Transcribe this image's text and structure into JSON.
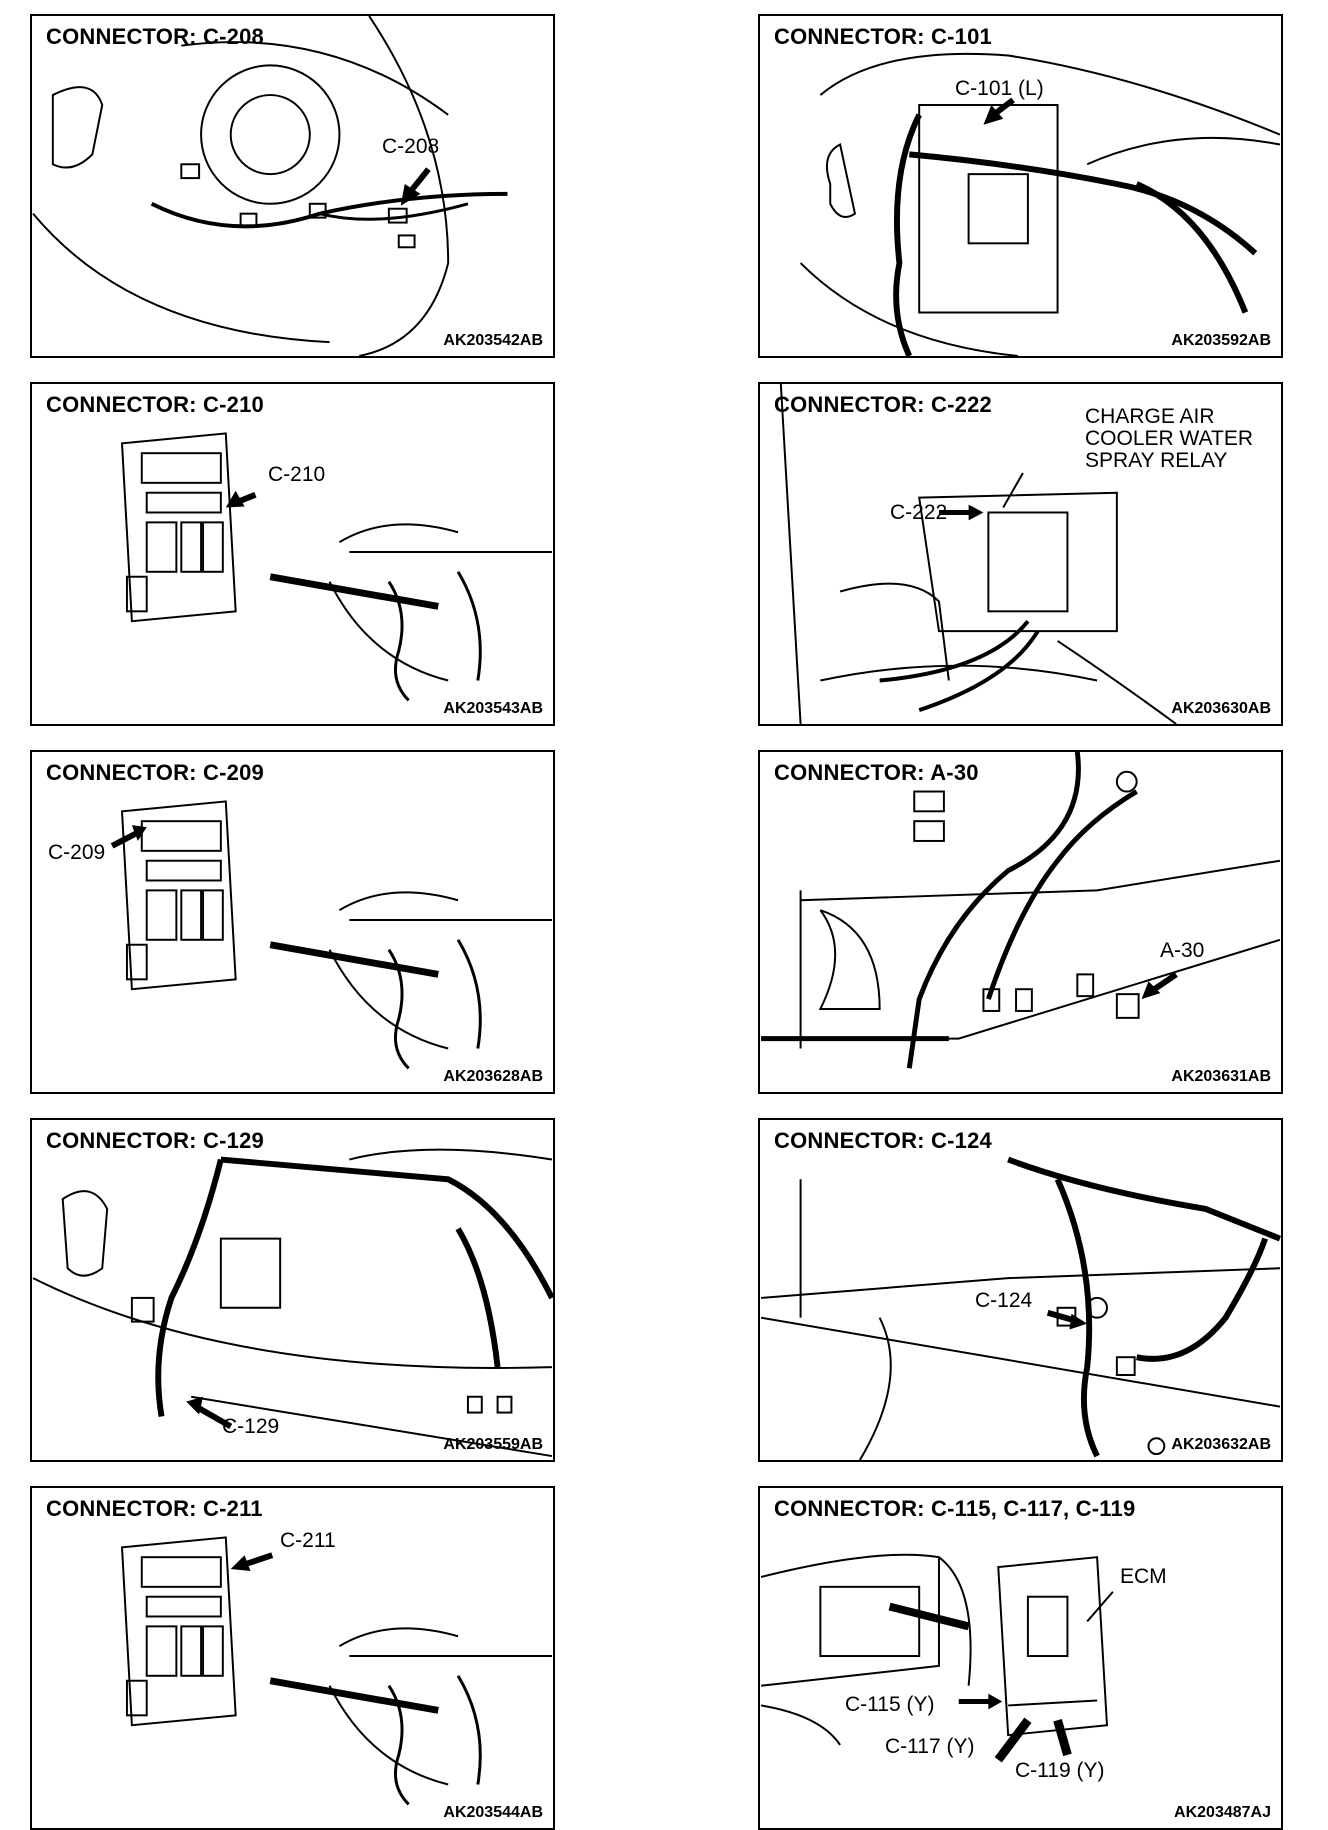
{
  "panels": [
    {
      "title": "CONNECTOR: C-208",
      "code": "AK203542AB",
      "labels": [
        "C-208"
      ]
    },
    {
      "title": "CONNECTOR: C-101",
      "code": "AK203592AB",
      "labels": [
        "C-101 (L)"
      ]
    },
    {
      "title": "CONNECTOR: C-210",
      "code": "AK203543AB",
      "labels": [
        "C-210"
      ]
    },
    {
      "title": "CONNECTOR: C-222",
      "code": "AK203630AB",
      "labels": [
        "C-222",
        "CHARGE AIR\nCOOLER WATER\nSPRAY RELAY"
      ]
    },
    {
      "title": "CONNECTOR: C-209",
      "code": "AK203628AB",
      "labels": [
        "C-209"
      ]
    },
    {
      "title": "CONNECTOR: A-30",
      "code": "AK203631AB",
      "labels": [
        "A-30"
      ]
    },
    {
      "title": "CONNECTOR: C-129",
      "code": "AK203559AB",
      "labels": [
        "C-129"
      ]
    },
    {
      "title": "CONNECTOR: C-124",
      "code": "AK203632AB",
      "labels": [
        "C-124"
      ]
    },
    {
      "title": "CONNECTOR: C-211",
      "code": "AK203544AB",
      "labels": [
        "C-211"
      ]
    },
    {
      "title": "CONNECTOR: C-115, C-117, C-119",
      "code": "AK203487AJ",
      "labels": [
        "ECM",
        "C-115 (Y)",
        "C-117 (Y)",
        "C-119 (Y)"
      ]
    }
  ]
}
